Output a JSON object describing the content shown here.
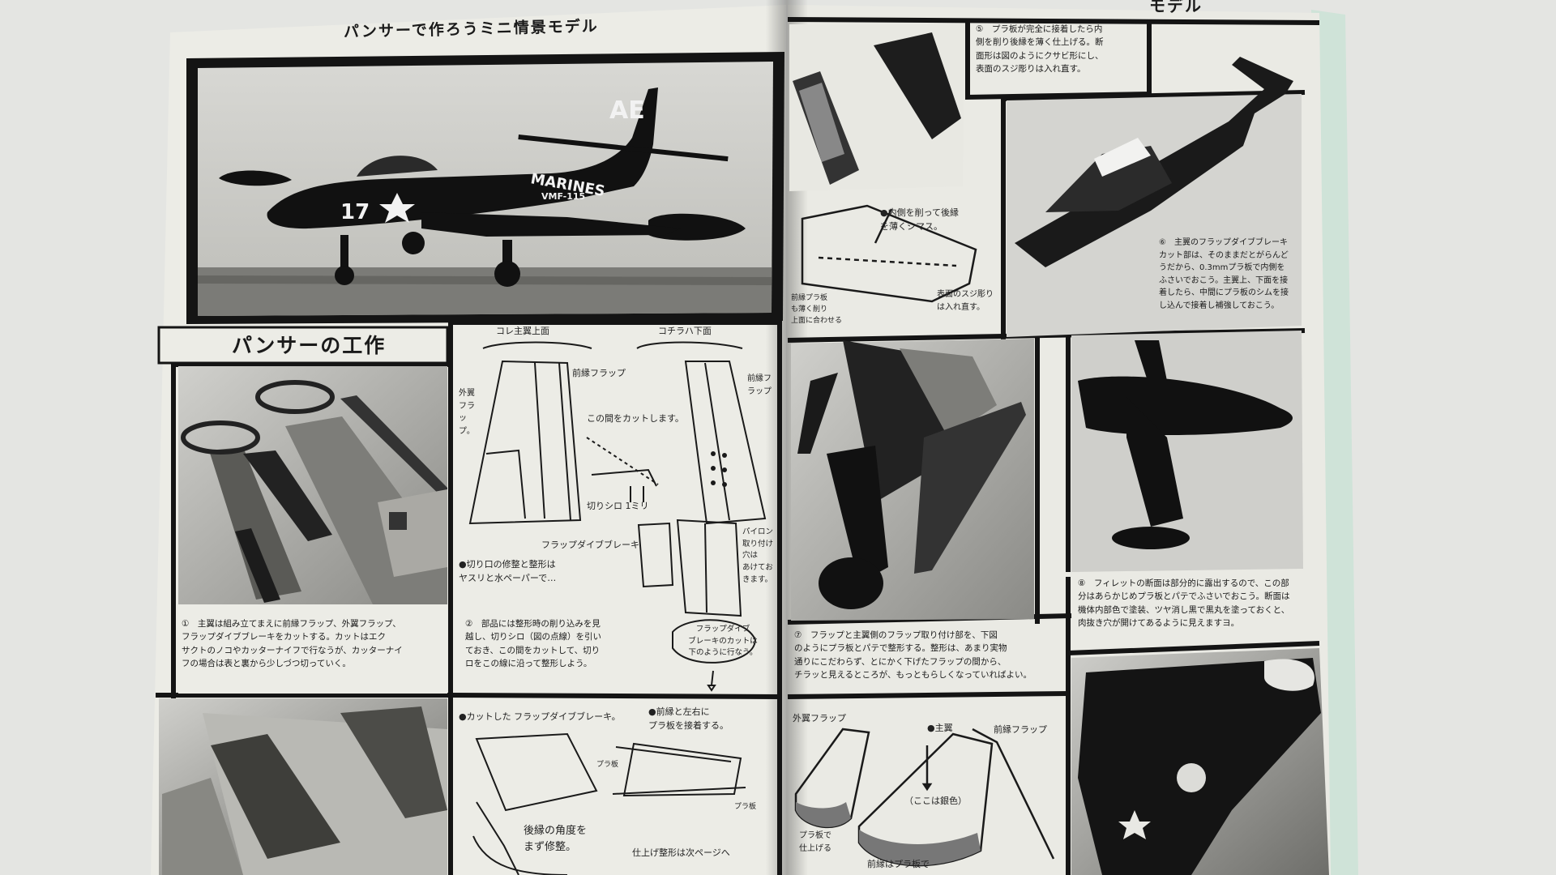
{
  "left_page": {
    "header": "パンサーで作ろうミニ情景モデル",
    "hero_photo": {
      "tail_code": "AE",
      "fuselage_text": "MARINES",
      "unit_code": "VMF-115",
      "nose_number": "17"
    },
    "section_title": "パンサーの工作",
    "caption1": "①　主翼は組み立てまえに前縁フラップ、外翼フラップ、\nフラップダイブブレーキをカットする。カットはエク\nサクトのノコやカッターナイフで行なうが、カッターナイ\nフの場合は表と裏から少しづつ切っていく。",
    "caption2": "②　部品には整形時の削り込みを見\n越し、切りシロ（図の点線）を引い\nておき、この間をカットして、切り\nロをこの線に沿って整形しよう。",
    "sketch1": {
      "label_upper": "コレ主翼上面",
      "label_lower": "コチラハ下面",
      "leading_flap": "前縁フラップ",
      "leading_flap2": "前縁フラップ",
      "outer_flap": "外翼フラップ。",
      "cut_here": "この間をカットします。",
      "margin": "切りシロ 1ミリ",
      "dive_brake": "フラップダイブブレーキ",
      "note_file": "●切り口の修整と整形は\nヤスリと水ペーパーで…",
      "pylon_note": "パイロン取り付け穴は\nあけておきます。",
      "bubble": "フラップダイブ\nブレーキのカットは\n下のように行なう。"
    },
    "sketch2": {
      "cut_brake": "●カットした フラップダイブブレーキ。",
      "plastic_strip": "●前縁と左右に\nプラ板を接着する。",
      "plate_label": "プラ板",
      "plate_label2": "プラ板",
      "fix_angle": "後縁の角度を\nまず修整。",
      "finish": "仕上げ整形は次ページへ"
    }
  },
  "right_page": {
    "header_fragment": "モデル",
    "caption5": "⑤　プラ板が完全に接着したら内\n側を削り後縁を薄く仕上げる。断\n面形は図のようにクサビ形にし、\n表面のスジ彫りは入れ直す。",
    "caption6": "⑥　主翼のフラップダイブブレーキ\nカット部は、そのままだとがらんど\nうだから、0.3mmプラ板で内側を\nふさいでおこう。主翼上、下面を接\n着したら、中間にプラ板のシムを接\nし込んで接着し補強しておこう。",
    "caption7": "⑦　フラップと主翼側のフラップ取り付け部を、下図\nのようにプラ板とパテで整形する。整形は、あまり実物\n通りにこだわらず、とにかく下げたフラップの間から、\nチラッと見えるところが、もっともらしくなっていればよい。",
    "caption8": "⑧　フィレットの断面は部分的に露出するので、この部\n分はあらかじめプラ板とパテでふさいでおこう。断面は\n機体内部色で塗装、ツヤ消し黒で黒丸を塗っておくと、\n肉抜き穴が開けてあるように見えますヨ。",
    "sketch5": {
      "thin_edge": "●内側を削って後縁\nを薄くシマス。",
      "rescribe": "表面のスジ彫り\nは入れ直す。",
      "left_note": "前縁プラ板\nも薄く削り\n上面に合わせる"
    },
    "sketch7": {
      "outer_flap": "外翼フラップ",
      "main_wing": "●主翼",
      "leading_flap": "前縁フラップ",
      "silver": "（ここは銀色）",
      "bottom_left": "プラ板で\n仕上げる",
      "bottom_mid": "前縁はプラ板で"
    }
  },
  "colors": {
    "paper": "#ecece6",
    "ink": "#141414",
    "table": "#e4e5e2",
    "mint_edge": "#cfe3d8"
  }
}
